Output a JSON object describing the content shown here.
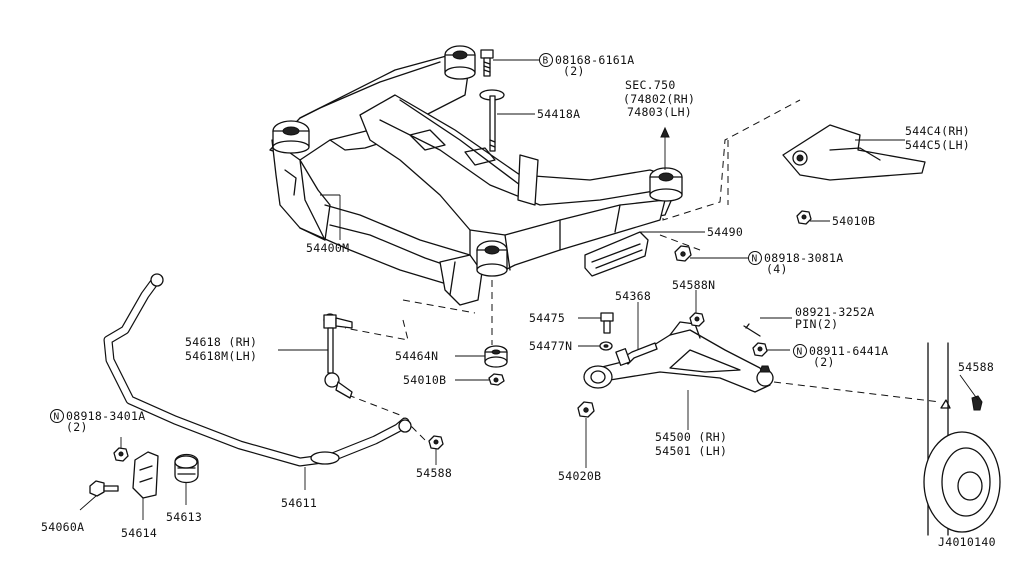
{
  "diagram_id": "J4010140",
  "labels": {
    "p08168": {
      "sym": "B",
      "text": "08168-6161A",
      "qty": "(2)"
    },
    "p54418A": "54418A",
    "sec750": "SEC.750",
    "p74802": "(74802(RH)",
    "p74803": "74803(LH)",
    "p544C4": "544C4(RH)",
    "p544C5": "544C5(LH)",
    "p54010B_a": "54010B",
    "p54490": "54490",
    "p08918_3081A": {
      "sym": "N",
      "text": "08918-3081A",
      "qty": "(4)"
    },
    "p54400M": "54400M",
    "p54588N": "54588N",
    "p54368": "54368",
    "p54475": "54475",
    "p54477N": "54477N",
    "p08921": "08921-3252A",
    "pin": "PIN(2)",
    "p08911": {
      "sym": "N",
      "text": "08911-6441A",
      "qty": "(2)"
    },
    "p54588_a": "54588",
    "p54618": "54618 (RH)",
    "p54618M": "54618M(LH)",
    "p54464N": "54464N",
    "p54010B_b": "54010B",
    "p08918_3401A": {
      "sym": "N",
      "text": "08918-3401A",
      "qty": "(2)"
    },
    "p54500": "54500 (RH)",
    "p54501": "54501 (LH)",
    "p54020B": "54020B",
    "p54588_b": "54588",
    "p54611": "54611",
    "p54060A": "54060A",
    "p54614": "54614",
    "p54613": "54613"
  }
}
